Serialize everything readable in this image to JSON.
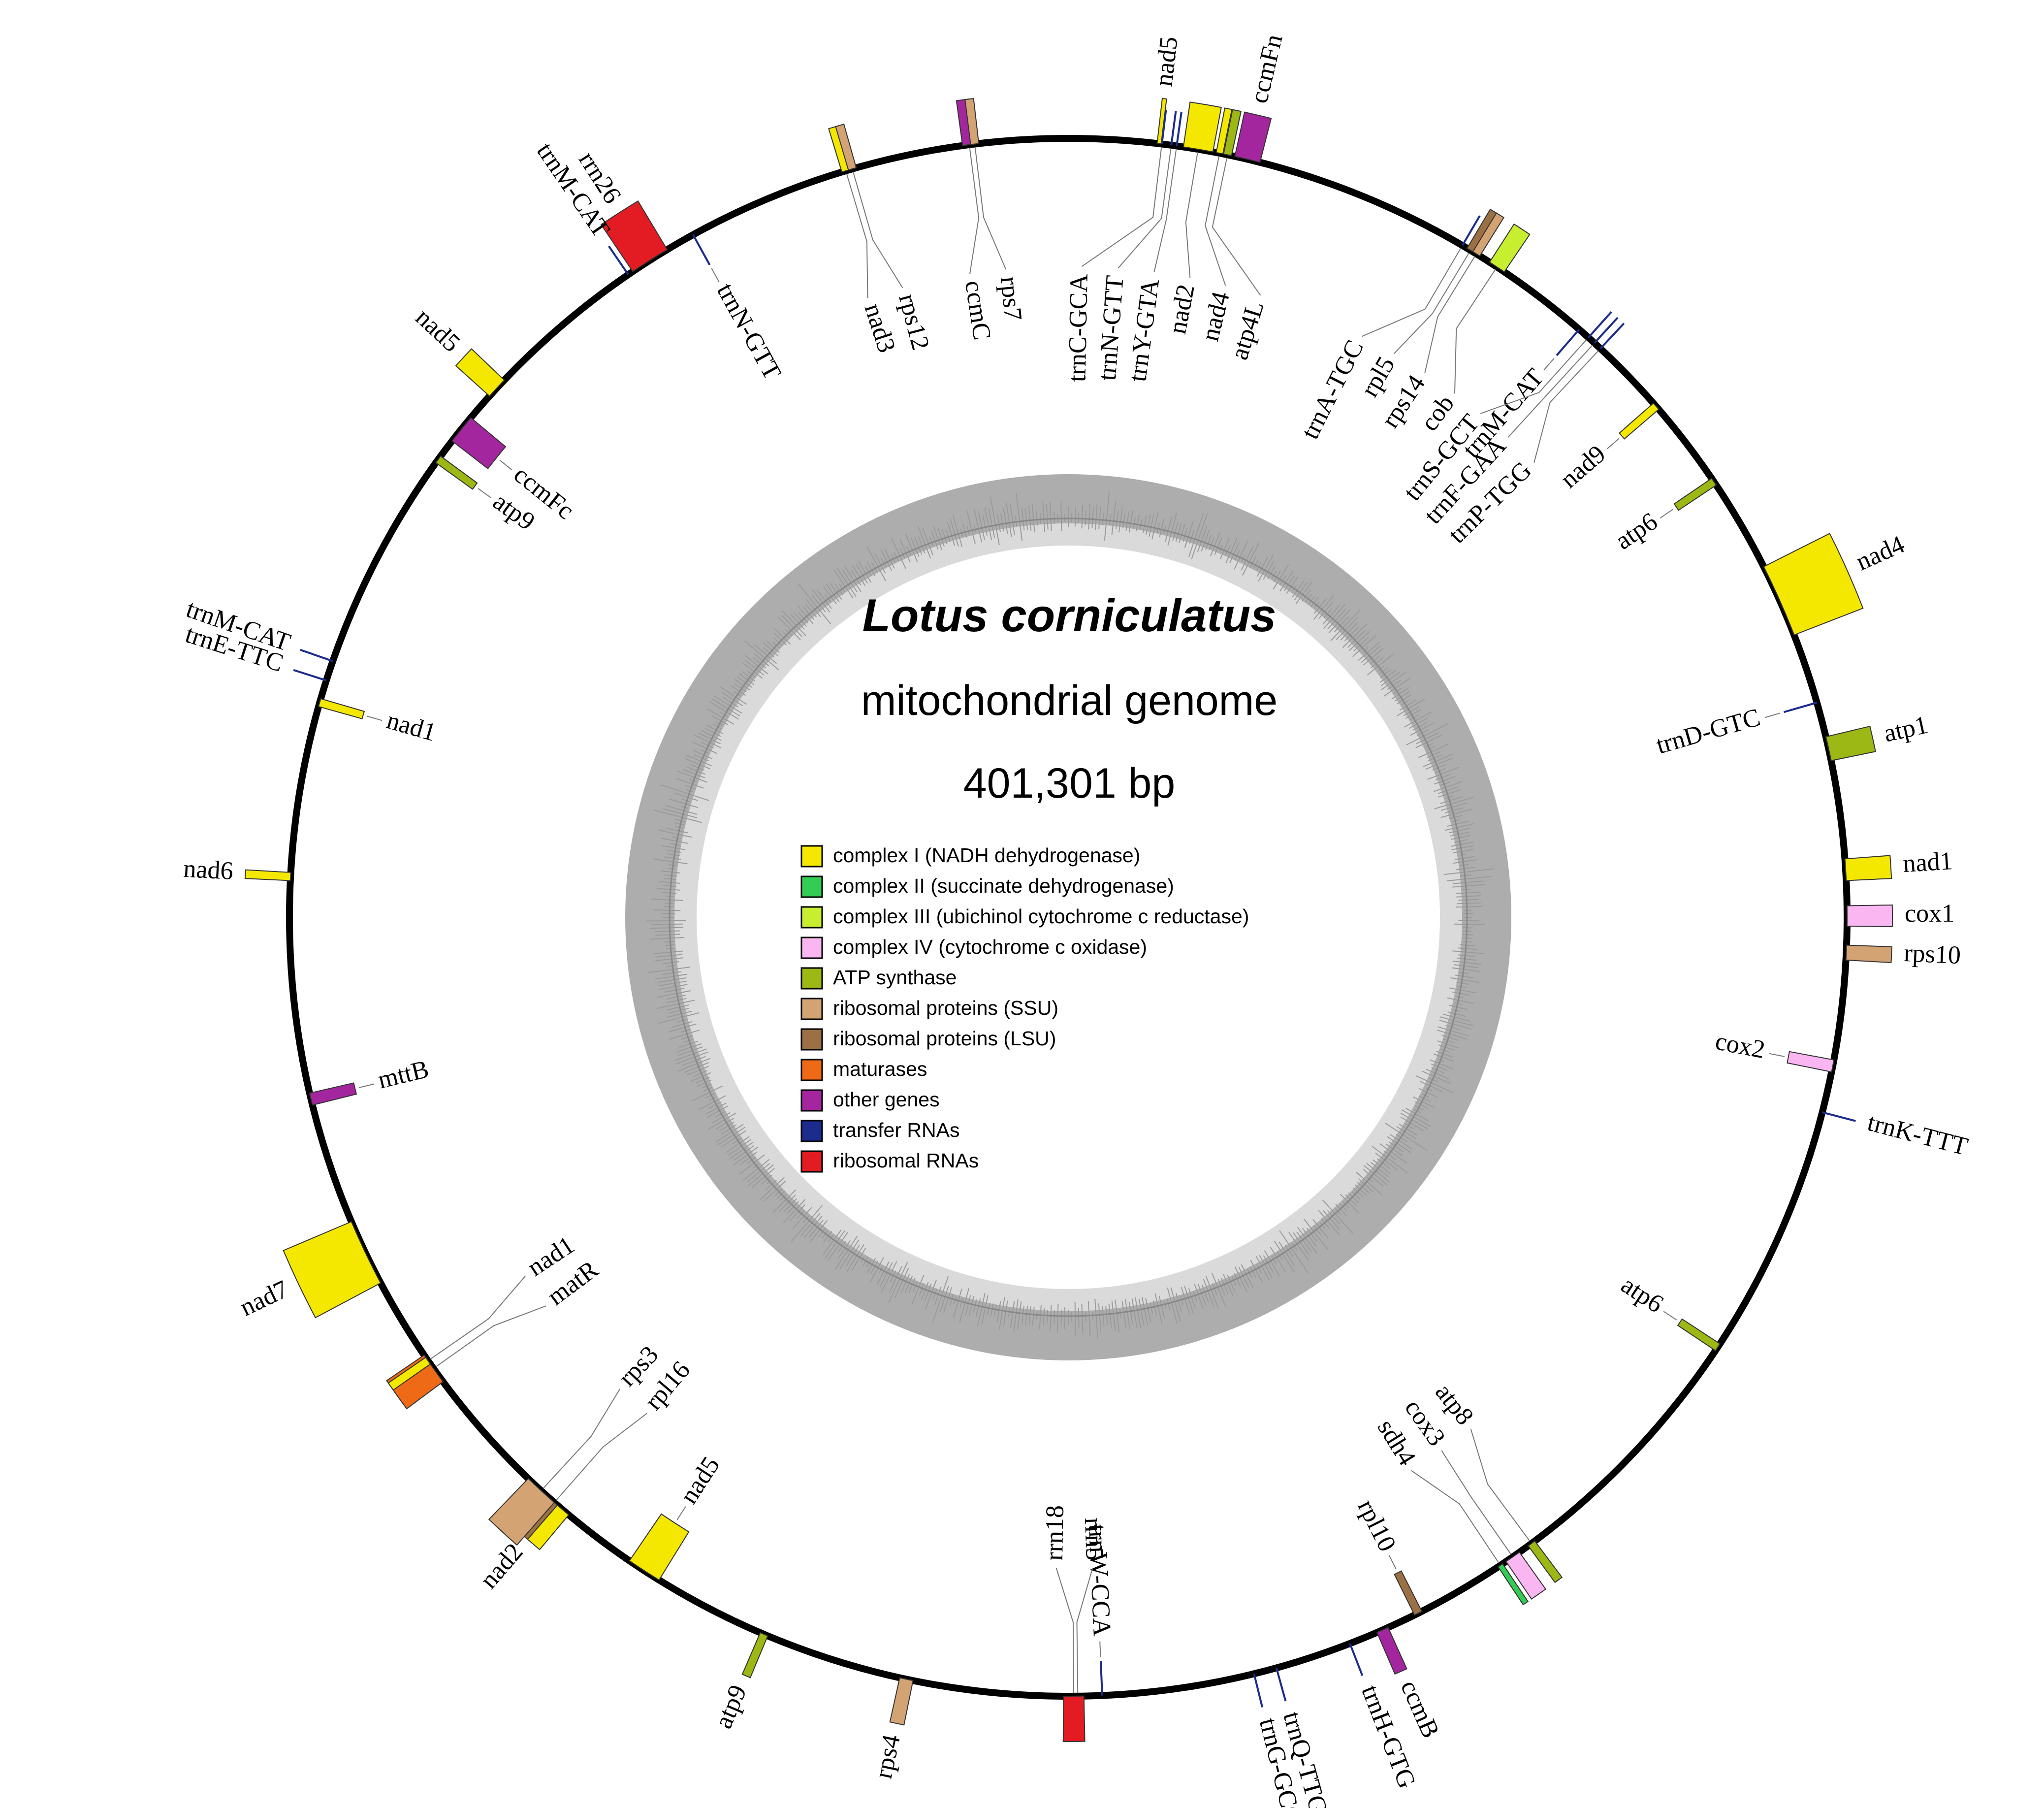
{
  "title": {
    "species": "Lotus corniculatus",
    "subtitle": "mitochondrial genome",
    "length": "401,301 bp"
  },
  "legend": [
    {
      "key": "complex_I",
      "label": "complex I (NADH dehydrogenase)",
      "color": "#F5E800"
    },
    {
      "key": "complex_II",
      "label": "complex II (succinate dehydrogenase)",
      "color": "#33CC55"
    },
    {
      "key": "complex_III",
      "label": "complex III (ubichinol cytochrome c reductase)",
      "color": "#C8EE30"
    },
    {
      "key": "complex_IV",
      "label": "complex IV (cytochrome c oxidase)",
      "color": "#F9B6F0"
    },
    {
      "key": "atp",
      "label": "ATP synthase",
      "color": "#9CB814"
    },
    {
      "key": "ssu",
      "label": "ribosomal proteins (SSU)",
      "color": "#D4A373"
    },
    {
      "key": "lsu",
      "label": "ribosomal proteins (LSU)",
      "color": "#9A7044"
    },
    {
      "key": "maturases",
      "label": "maturases",
      "color": "#EE6A17"
    },
    {
      "key": "other",
      "label": "other genes",
      "color": "#A3269E"
    },
    {
      "key": "trna",
      "label": "transfer RNAs",
      "color": "#1B2C8C"
    },
    {
      "key": "rrna",
      "label": "ribosomal RNAs",
      "color": "#E31B23"
    }
  ],
  "genes": [
    {
      "name": "nad5",
      "cat": "complex_I",
      "a": 6.7,
      "w": 0.3,
      "side": "out",
      "label": "nad5"
    },
    {
      "name": "ccmFn",
      "cat": "other",
      "a": 13.3,
      "w": 1.9,
      "side": "out",
      "label": "ccmFn"
    },
    {
      "name": "trnM-CAT",
      "cat": "trna",
      "a": 41.0,
      "w": 0.3,
      "side": "in",
      "label": "trnM-CAT"
    },
    {
      "name": "nad9",
      "cat": "complex_I",
      "a": 49.0,
      "w": 0.6,
      "side": "in",
      "label": "nad9"
    },
    {
      "name": "atp6",
      "cat": "atp",
      "a": 56.0,
      "w": 0.6,
      "side": "in",
      "label": "atp6"
    },
    {
      "name": "nad4",
      "cat": "complex_I",
      "a": 66.0,
      "w": 5.5,
      "side": "out",
      "label": "nad4"
    },
    {
      "name": "trnD-GTC",
      "cat": "trna",
      "a": 74.0,
      "w": 0.3,
      "side": "in",
      "label": "trnD-GTC"
    },
    {
      "name": "atp1",
      "cat": "atp",
      "a": 77.5,
      "w": 1.8,
      "side": "out",
      "label": "atp1"
    },
    {
      "name": "nad1",
      "cat": "complex_I",
      "a": 86.5,
      "w": 1.6,
      "side": "out",
      "label": "nad1"
    },
    {
      "name": "cox1",
      "cat": "complex_IV",
      "a": 89.9,
      "w": 1.5,
      "side": "out",
      "label": "cox1"
    },
    {
      "name": "rps10",
      "cat": "ssu",
      "a": 92.6,
      "w": 1.1,
      "side": "out",
      "label": "rps10"
    },
    {
      "name": "cox2",
      "cat": "complex_IV",
      "a": 101.0,
      "w": 0.9,
      "side": "in",
      "label": "cox2"
    },
    {
      "name": "trnK-TTT",
      "cat": "trna",
      "a": 104.5,
      "w": 0.3,
      "side": "out",
      "label": "trnK-TTT"
    },
    {
      "name": "atp6",
      "cat": "atp",
      "a": 123.5,
      "w": 0.6,
      "side": "in",
      "label": "atp6"
    },
    {
      "name": "rpl10",
      "cat": "lsu",
      "a": 153.3,
      "w": 0.6,
      "side": "in",
      "label": "rpl10"
    },
    {
      "name": "ccmB",
      "cat": "other",
      "a": 156.2,
      "w": 0.9,
      "side": "out",
      "label": "ccmB"
    },
    {
      "name": "trnH-GTG",
      "cat": "trna",
      "a": 158.8,
      "w": 0.3,
      "side": "out",
      "label": "trnH-GTG"
    },
    {
      "name": "trnQ-TTG",
      "cat": "trna",
      "a": 164.5,
      "w": 0.3,
      "side": "out",
      "label": "trnQ-TTG"
    },
    {
      "name": "trnG-GCC",
      "cat": "trna",
      "a": 166.2,
      "w": 0.3,
      "side": "out",
      "label": "trnG-GCC"
    },
    {
      "name": "trnW-CCA",
      "cat": "trna",
      "a": 177.5,
      "w": 0.3,
      "side": "in",
      "label": "trnW-CCA"
    },
    {
      "name": "rps4",
      "cat": "ssu",
      "a": 192.0,
      "w": 1.0,
      "side": "out",
      "label": "rps4"
    },
    {
      "name": "atp9",
      "cat": "atp",
      "a": 203.0,
      "w": 0.6,
      "side": "out",
      "label": "atp9"
    },
    {
      "name": "nad5",
      "cat": "complex_I",
      "a": 213.0,
      "w": 2.6,
      "side": "in",
      "label": "nad5"
    },
    {
      "name": "nad2",
      "cat": "complex_I",
      "a": 221.0,
      "w": 2.2,
      "side": "out",
      "label": "nad2"
    },
    {
      "name": "nad6",
      "cat": "complex_I",
      "a": 273.0,
      "w": 0.6,
      "side": "out",
      "label": "nad6"
    },
    {
      "name": "mttB",
      "cat": "other",
      "a": 256.5,
      "w": 0.9,
      "side": "in",
      "label": "mttB"
    },
    {
      "name": "nad7",
      "cat": "complex_I",
      "a": 244.5,
      "w": 5.0,
      "side": "out",
      "label": "nad7"
    },
    {
      "name": "nad1",
      "cat": "complex_I",
      "a": 286.0,
      "w": 0.6,
      "side": "in",
      "label": "nad1"
    },
    {
      "name": "trnE-TTC",
      "cat": "trna",
      "a": 287.7,
      "w": 0.3,
      "side": "out",
      "label": "trnE-TTC"
    },
    {
      "name": "trnM-CAT",
      "cat": "trna",
      "a": 289.2,
      "w": 0.3,
      "side": "out",
      "label": "trnM-CAT"
    },
    {
      "name": "atp9",
      "cat": "atp",
      "a": 306.0,
      "w": 0.6,
      "side": "in",
      "label": "atp9"
    },
    {
      "name": "ccmFc",
      "cat": "other",
      "a": 308.8,
      "w": 2.2,
      "side": "in",
      "label": "ccmFc"
    },
    {
      "name": "nad5",
      "cat": "complex_I",
      "a": 312.8,
      "w": 1.6,
      "side": "out",
      "label": "nad5"
    },
    {
      "name": "rrn26",
      "cat": "rrna",
      "a": 327.5,
      "w": 3.0,
      "side": "out",
      "label": "rrn26"
    },
    {
      "name": "trnM-CAT",
      "cat": "trna",
      "a": 325.6,
      "w": 0.3,
      "side": "out",
      "label": "trnM-CAT"
    },
    {
      "name": "trnN-GTT",
      "cat": "trna",
      "a": 331.2,
      "w": 0.3,
      "side": "in",
      "label": "trnN-GTT"
    }
  ],
  "clusters": [
    {
      "members": [
        {
          "name": "trnC-GCA",
          "cat": "trna",
          "a": 6.9,
          "w": 0.3
        },
        {
          "name": "trnN-GTT",
          "cat": "trna",
          "a": 7.6,
          "w": 0.3
        },
        {
          "name": "trnY-GTA",
          "cat": "trna",
          "a": 8.0,
          "w": 0.3
        },
        {
          "name": "nad2",
          "cat": "complex_I",
          "a": 9.6,
          "w": 2.2
        },
        {
          "name": "nad4",
          "cat": "complex_I",
          "a": 11.2,
          "w": 0.5
        },
        {
          "name": "atp4L",
          "cat": "atp",
          "a": 11.8,
          "w": 0.6
        }
      ]
    },
    {
      "members": [
        {
          "name": "trnA-TGC",
          "cat": "trna",
          "a": 30.4,
          "w": 0.3
        },
        {
          "name": "rpl5",
          "cat": "lsu",
          "a": 31.1,
          "w": 0.6
        },
        {
          "name": "rps14",
          "cat": "ssu",
          "a": 31.6,
          "w": 0.6
        },
        {
          "name": "cob",
          "cat": "complex_III",
          "a": 33.4,
          "w": 1.3
        }
      ]
    },
    {
      "members": [
        {
          "name": "trnS-GCT",
          "cat": "trna",
          "a": 41.9,
          "w": 0.3
        },
        {
          "name": "trnF-GAA",
          "cat": "trna",
          "a": 42.5,
          "w": 0.3
        },
        {
          "name": "trnP-TGG",
          "cat": "trna",
          "a": 43.1,
          "w": 0.3
        }
      ]
    },
    {
      "members": [
        {
          "name": "atp8",
          "cat": "atp",
          "a": 143.5,
          "w": 0.6
        },
        {
          "name": "cox3",
          "cat": "complex_IV",
          "a": 145.2,
          "w": 1.2
        },
        {
          "name": "sdh4",
          "cat": "complex_II",
          "a": 146.3,
          "w": 0.4
        }
      ]
    },
    {
      "members": [
        {
          "name": "rrn5",
          "cat": "rrna",
          "a": 179.3,
          "w": 0.3
        },
        {
          "name": "rrn18",
          "cat": "rrna",
          "a": 179.6,
          "w": 1.5
        }
      ]
    },
    {
      "members": [
        {
          "name": "rpl16",
          "cat": "lsu",
          "a": 221.3,
          "w": 0.6
        },
        {
          "name": "rps3",
          "cat": "ssu",
          "a": 222.6,
          "w": 2.6
        }
      ]
    },
    {
      "members": [
        {
          "name": "matR",
          "cat": "maturases",
          "a": 234.6,
          "w": 2.4
        },
        {
          "name": "nad1",
          "cat": "complex_I",
          "a": 235.3,
          "w": 0.6
        }
      ]
    },
    {
      "members": [
        {
          "name": "ccmC",
          "cat": "other",
          "a": 352.7,
          "w": 1.0
        },
        {
          "name": "rps7",
          "cat": "ssu",
          "a": 353.1,
          "w": 0.6
        }
      ]
    },
    {
      "members": [
        {
          "name": "nad3",
          "cat": "complex_I",
          "a": 343.4,
          "w": 0.6
        },
        {
          "name": "rps12",
          "cat": "ssu",
          "a": 343.9,
          "w": 0.6
        }
      ]
    }
  ]
}
